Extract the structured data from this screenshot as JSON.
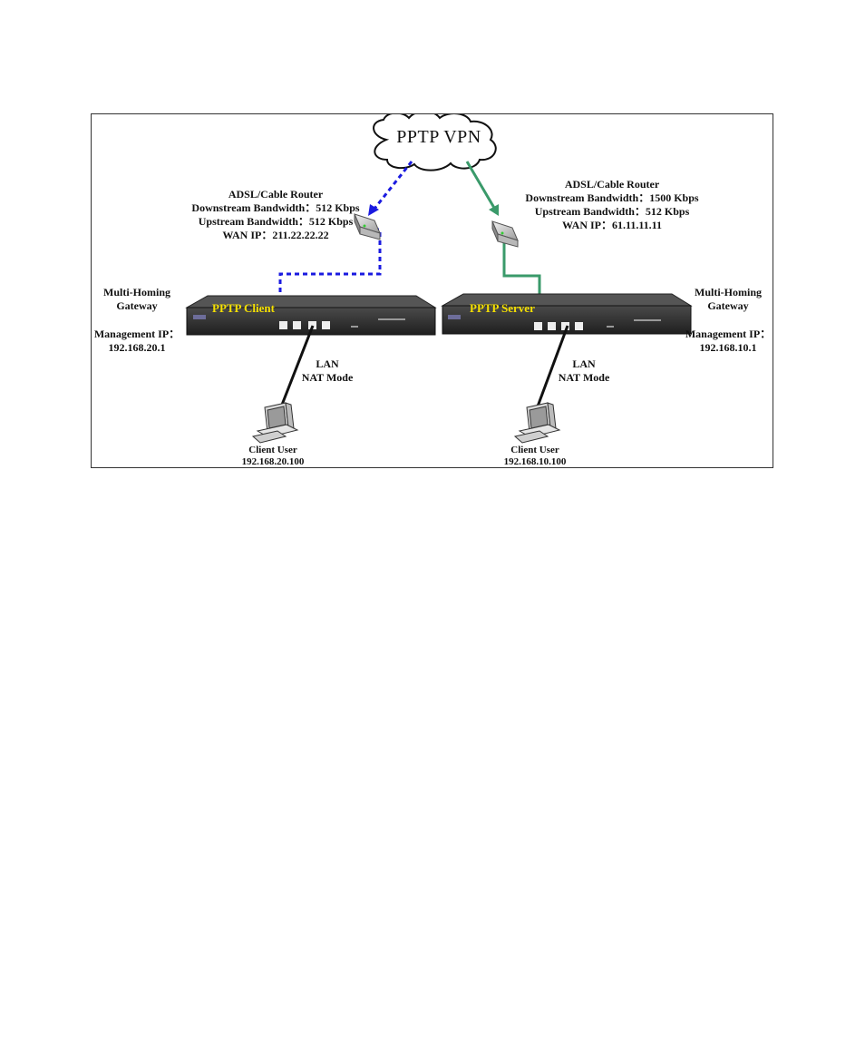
{
  "cloud": {
    "label": "PPTP VPN"
  },
  "left": {
    "router": {
      "title": "ADSL/Cable Router",
      "downstream": "Downstream Bandwidth：512 Kbps",
      "upstream": "Upstream Bandwidth：512 Kbps",
      "wan_ip": "WAN IP：211.22.22.22"
    },
    "gateway": {
      "name_line1": "Multi-Homing",
      "name_line2": "Gateway",
      "mgmt_line1": "Management IP：",
      "mgmt_line2": "192.168.20.1",
      "role": "PPTP Client"
    },
    "lan": {
      "line1": "LAN",
      "line2": "NAT Mode"
    },
    "client": {
      "line1": "Client User",
      "line2": "192.168.20.100"
    }
  },
  "right": {
    "router": {
      "title": "ADSL/Cable Router",
      "downstream": "Downstream Bandwidth：1500 Kbps",
      "upstream": "Upstream Bandwidth：512 Kbps",
      "wan_ip": "WAN IP：61.11.11.11"
    },
    "gateway": {
      "name_line1": "Multi-Homing",
      "name_line2": "Gateway",
      "mgmt_line1": "Management IP：",
      "mgmt_line2": "192.168.10.1",
      "role": "PPTP Server"
    },
    "lan": {
      "line1": "LAN",
      "line2": "NAT Mode"
    },
    "client": {
      "line1": "Client User",
      "line2": "192.168.10.100"
    }
  },
  "colors": {
    "vpn_left_link": "#1a1ae0",
    "vpn_right_link": "#3a9a6a",
    "device_label": "#f5e000",
    "device_body": "#2b2b2b"
  }
}
